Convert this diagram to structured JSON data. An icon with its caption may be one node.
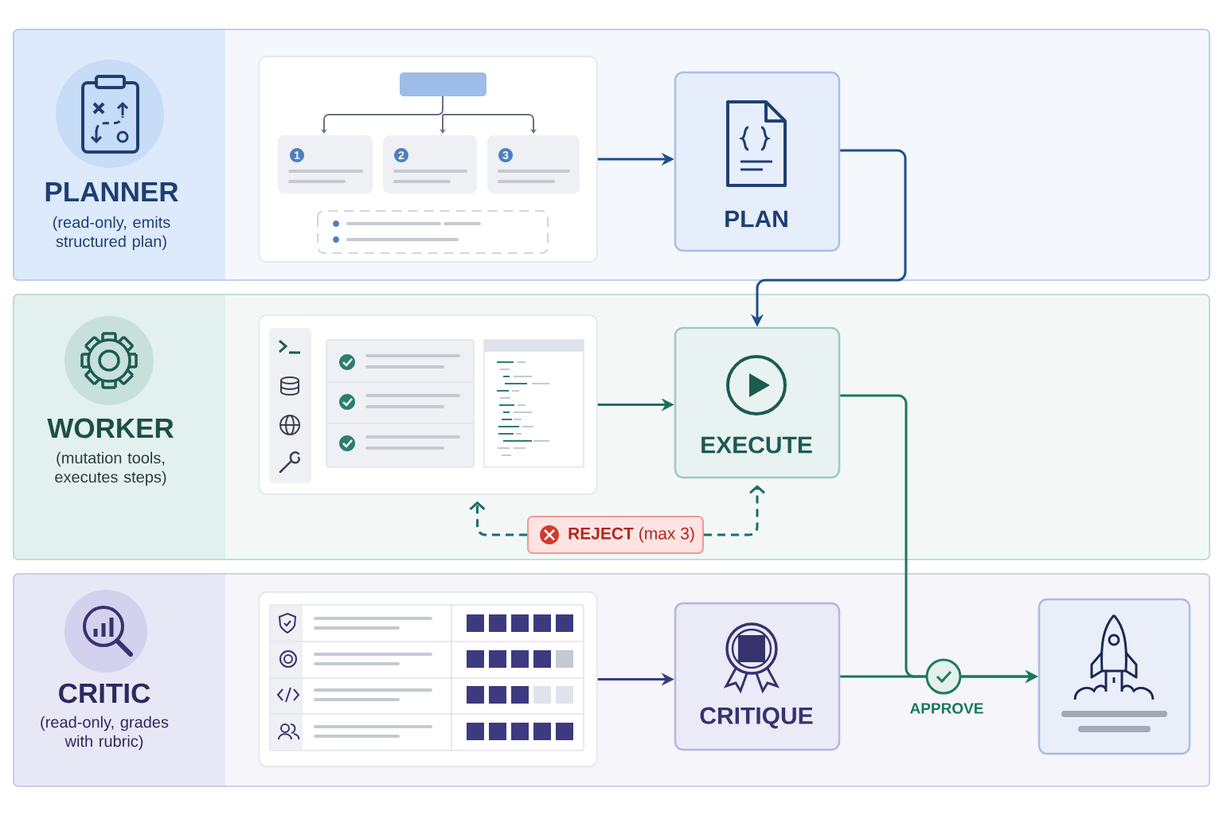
{
  "diagram": {
    "nodes": [
      {
        "text": [
          "PLANNER",
          "(read-only, emits structured plan)"
        ]
      },
      {
        "text": [],
        "shape": "picture",
        "in": 0
      },
      {
        "text": [
          "PLAN"
        ],
        "in": 0
      },
      {
        "text": [
          "WORKER",
          "(mutation tools, executes steps)"
        ]
      },
      {
        "text": [],
        "shape": "picture",
        "in": 3
      },
      {
        "text": [
          "EXECUTE"
        ],
        "in": 3
      },
      {
        "text": [
          "**REJECT** (max 3)"
        ],
        "in": 3
      },
      {
        "text": [
          "CRITIC",
          "(read-only, grades with rubric)"
        ]
      },
      {
        "text": [],
        "shape": "picture",
        "in": 7
      },
      {
        "text": [
          "CRITIQUE"
        ],
        "in": 7
      },
      {
        "text": [],
        "shape": "picture",
        "in": 7
      }
    ],
    "edges": [
      {
        "from": 1,
        "to": 2,
        "arrow": "to",
        "color": "#1f4e8c"
      },
      {
        "from": 2,
        "to": 5,
        "arrow": "to",
        "color": "#1f4e8c"
      },
      {
        "from": 4,
        "to": 5,
        "arrow": "to",
        "color": "#1f6e61"
      },
      {
        "from": 6,
        "to": 4,
        "arrow": "to",
        "style": "dashed",
        "color": "#1f6e61"
      },
      {
        "from": 6,
        "to": 5,
        "arrow": "to",
        "style": "dashed",
        "color": "#1f6e61"
      },
      {
        "from": 8,
        "to": 9,
        "arrow": "to",
        "color": "#3b3a7a"
      },
      {
        "from": 9,
        "to": 10,
        "arrow": "to",
        "label": "APPROVE",
        "color": "#17785a"
      },
      {
        "from": 5,
        "to": 10,
        "arrow": "to",
        "color": "#17785a"
      }
    ],
    "labels": [
      "1",
      "2",
      "3"
    ]
  }
}
